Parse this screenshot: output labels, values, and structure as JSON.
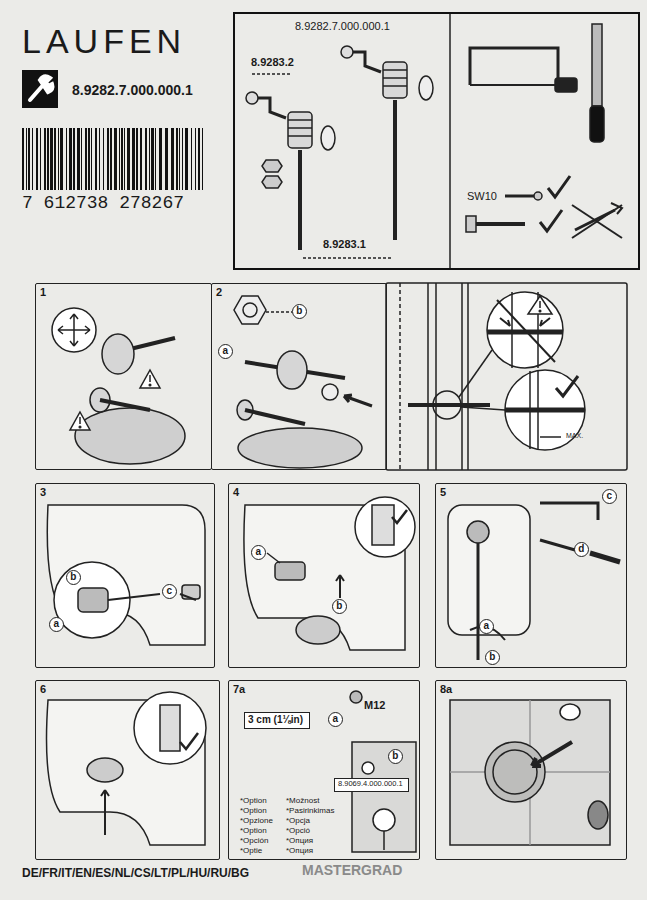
{
  "diagram": {
    "nodes": [
      {
        "text": [
          "8.9282.7.000.000.1",
          "8.9283.2",
          "8.9283.1",
          "SW10"
        ]
      },
      {
        "text": [
          "1"
        ]
      },
      {
        "text": [
          "2"
        ]
      },
      {
        "text": [
          "b"
        ],
        "in": 2
      },
      {
        "text": [
          "a"
        ],
        "in": 2
      },
      {
        "text": [
          "3"
        ]
      },
      {
        "text": [
          "b"
        ],
        "in": 5
      },
      {
        "text": [
          "c"
        ],
        "in": 5
      },
      {
        "text": [
          "a"
        ],
        "in": 5
      },
      {
        "text": [
          "4"
        ]
      },
      {
        "text": [
          "a"
        ],
        "in": 9
      },
      {
        "text": [
          "b"
        ],
        "in": 9
      },
      {
        "text": [
          "5"
        ]
      },
      {
        "text": [
          "c"
        ],
        "in": 12
      },
      {
        "text": [
          "d"
        ],
        "in": 12
      },
      {
        "text": [
          "a"
        ],
        "in": 12
      },
      {
        "text": [
          "b"
        ],
        "in": 12
      },
      {
        "text": [
          "6"
        ]
      },
      {
        "text": [
          "7a"
        ]
      },
      {
        "text": [
          "3 cm (1⅛in)"
        ],
        "in": 18
      },
      {
        "text": [
          "a"
        ],
        "in": 18
      },
      {
        "text": [
          "b"
        ],
        "in": 18
      },
      {
        "text": [
          "8.9069.4.000.000.1"
        ],
        "in": 18
      },
      {
        "text": [
          "8a"
        ]
      }
    ],
    "labels": [
      "LAUFEN",
      "8.9282.7.000.000.1",
      "7 612738 278267",
      "MAX.",
      "M12",
      "*Option",
      "*Možnost",
      "*Option",
      "*Pasirinkimas",
      "*Opzione",
      "*Opcja",
      "*Option",
      "*Opció",
      "*Opción",
      "*Опция",
      "*Optie",
      "*Опция",
      "DE/FR/IT/EN/ES/NL/CS/LT/PL/HU/RU/BG",
      "MASTERGRAD"
    ]
  }
}
